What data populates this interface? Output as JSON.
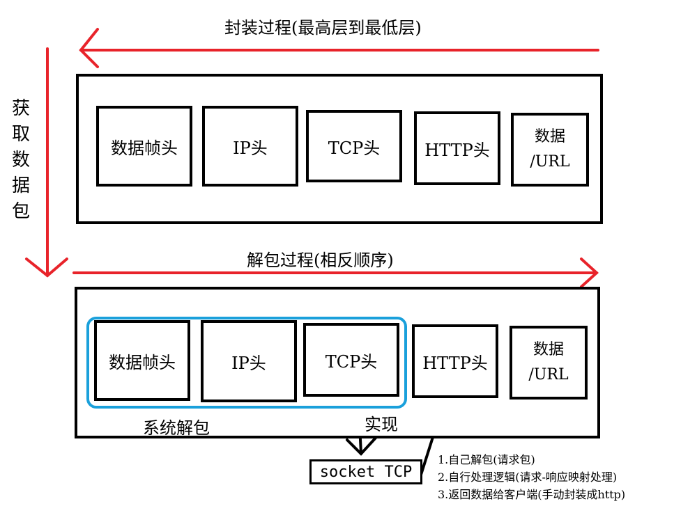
{
  "encap": {
    "title": "封装过程(最高层到最低层)",
    "cells": [
      "数据帧头",
      "IP头",
      "TCP头",
      "HTTP头",
      "数据\n/URL"
    ]
  },
  "side_label": "获\n取\n数\n据\n包",
  "decap": {
    "title": "解包过程(相反顺序)",
    "cells": [
      "数据帧头",
      "IP头",
      "TCP头",
      "HTTP头",
      "数据\n/URL"
    ],
    "group_label": "系统解包",
    "impl_label": "实现"
  },
  "socket_label": "socket TCP",
  "notes": [
    "1.自己解包(请求包)",
    "2.自行处理逻辑(请求-响应映射处理)",
    "3.返回数据给客户端(手动封装成http)"
  ],
  "colors": {
    "arrow_red": "#e8232a",
    "group_blue": "#1aa0db"
  }
}
